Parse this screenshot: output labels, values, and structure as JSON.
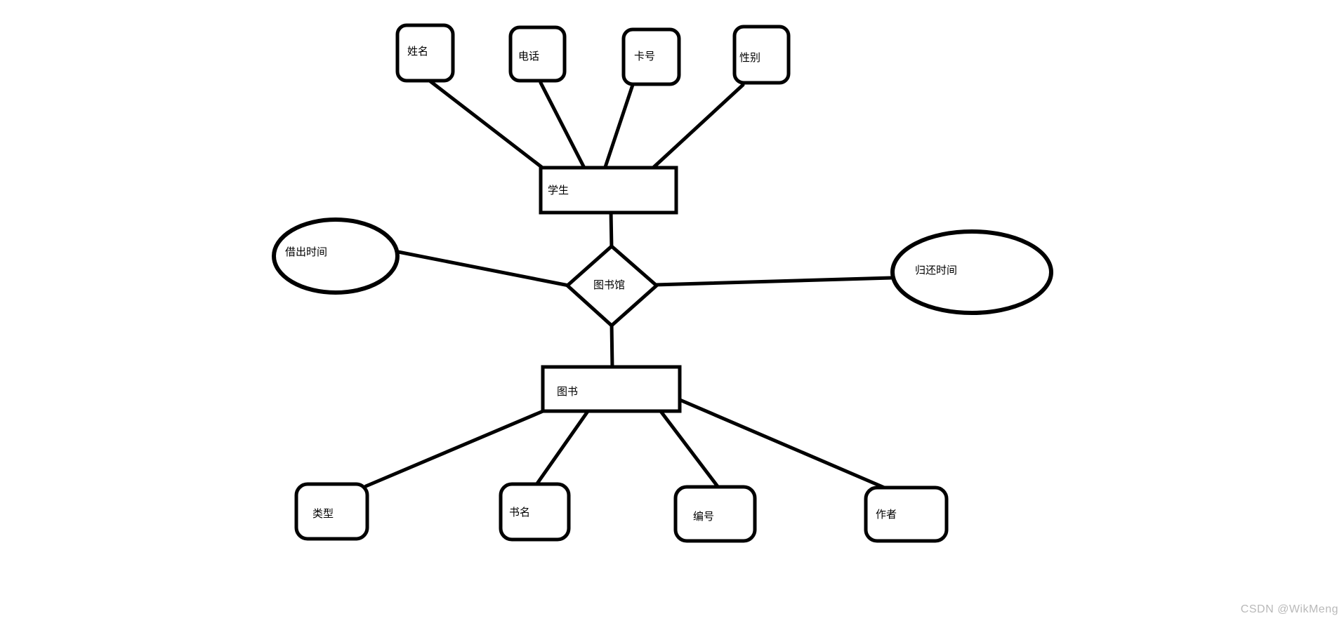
{
  "diagram": {
    "type": "er-diagram",
    "colors": {
      "stroke": "#000000",
      "background": "#ffffff",
      "watermark_text": "#b9b9b9"
    },
    "entities": {
      "student": {
        "label": "学生"
      },
      "book": {
        "label": "图书"
      }
    },
    "relationship": {
      "label": "图书馆"
    },
    "student_attributes": [
      {
        "id": "name",
        "label": "姓名"
      },
      {
        "id": "phone",
        "label": "电话"
      },
      {
        "id": "card_number",
        "label": "卡号"
      },
      {
        "id": "gender",
        "label": "性别"
      }
    ],
    "relationship_attributes": [
      {
        "id": "borrow_time",
        "label": "借出时间"
      },
      {
        "id": "return_time",
        "label": "归还时间"
      }
    ],
    "book_attributes": [
      {
        "id": "type",
        "label": "类型"
      },
      {
        "id": "book_name",
        "label": "书名"
      },
      {
        "id": "serial_no",
        "label": "编号"
      },
      {
        "id": "author",
        "label": "作者"
      }
    ]
  },
  "watermark": {
    "text": "CSDN @WikMeng"
  }
}
